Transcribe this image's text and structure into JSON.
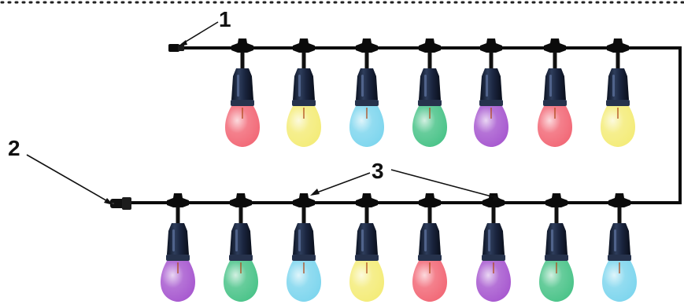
{
  "callouts": [
    {
      "id": "1",
      "label": "1"
    },
    {
      "id": "2",
      "label": "2"
    },
    {
      "id": "3",
      "label": "3"
    }
  ],
  "rows": {
    "top": {
      "bulb_colors": [
        "#f26a78",
        "#f4ec7a",
        "#7fd6ee",
        "#4cc48a",
        "#a85ad0",
        "#f26a78",
        "#f4ec7a"
      ]
    },
    "bottom": {
      "bulb_colors": [
        "#a85ad0",
        "#4cc48a",
        "#7fd6ee",
        "#f4ec7a",
        "#f26a78",
        "#a85ad0",
        "#4cc48a",
        "#7fd6ee"
      ]
    }
  },
  "colors": {
    "cable": "#0b0b0b",
    "socket": "#1e2a44",
    "border_dots": "#222222"
  }
}
